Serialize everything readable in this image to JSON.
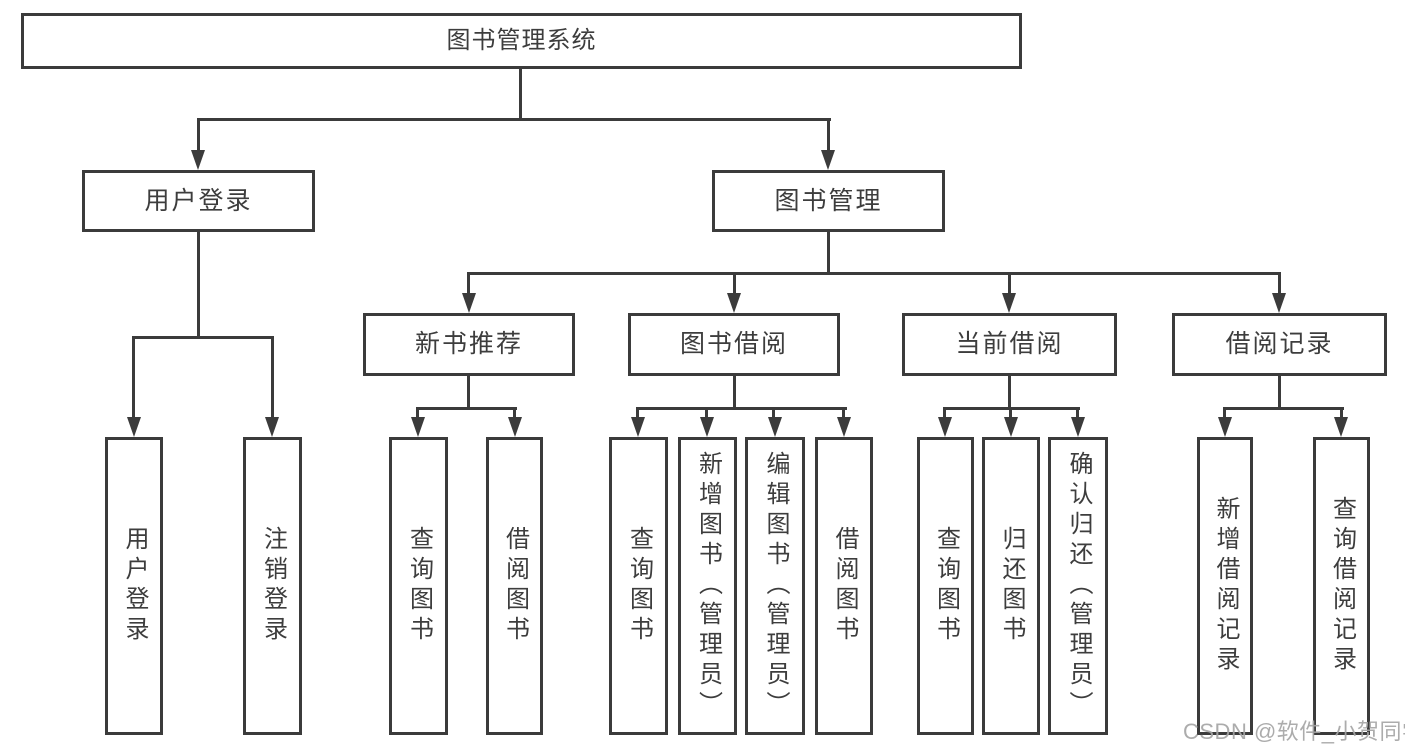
{
  "diagram": {
    "tree": {
      "label": "图书管理系统",
      "children": [
        {
          "label": "用户登录",
          "children": [
            {
              "label": "用户登录"
            },
            {
              "label": "注销登录"
            }
          ]
        },
        {
          "label": "图书管理",
          "children": [
            {
              "label": "新书推荐",
              "children": [
                {
                  "label": "查询图书"
                },
                {
                  "label": "借阅图书"
                }
              ]
            },
            {
              "label": "图书借阅",
              "children": [
                {
                  "label": "查询图书"
                },
                {
                  "label": "新增图书（管理员）"
                },
                {
                  "label": "编辑图书（管理员）"
                },
                {
                  "label": "借阅图书"
                }
              ]
            },
            {
              "label": "当前借阅",
              "children": [
                {
                  "label": "查询图书"
                },
                {
                  "label": "归还图书"
                },
                {
                  "label": "确认归还（管理员）"
                }
              ]
            },
            {
              "label": "借阅记录",
              "children": [
                {
                  "label": "新增借阅记录"
                },
                {
                  "label": "查询借阅记录"
                }
              ]
            }
          ]
        }
      ]
    },
    "colors": {
      "line": "#3b3b3b",
      "text": "#3d3d3d",
      "background": "#ffffff",
      "watermark": "#a5a5a5"
    }
  },
  "watermark": {
    "text": "CSDN @软件_小贺同学"
  }
}
